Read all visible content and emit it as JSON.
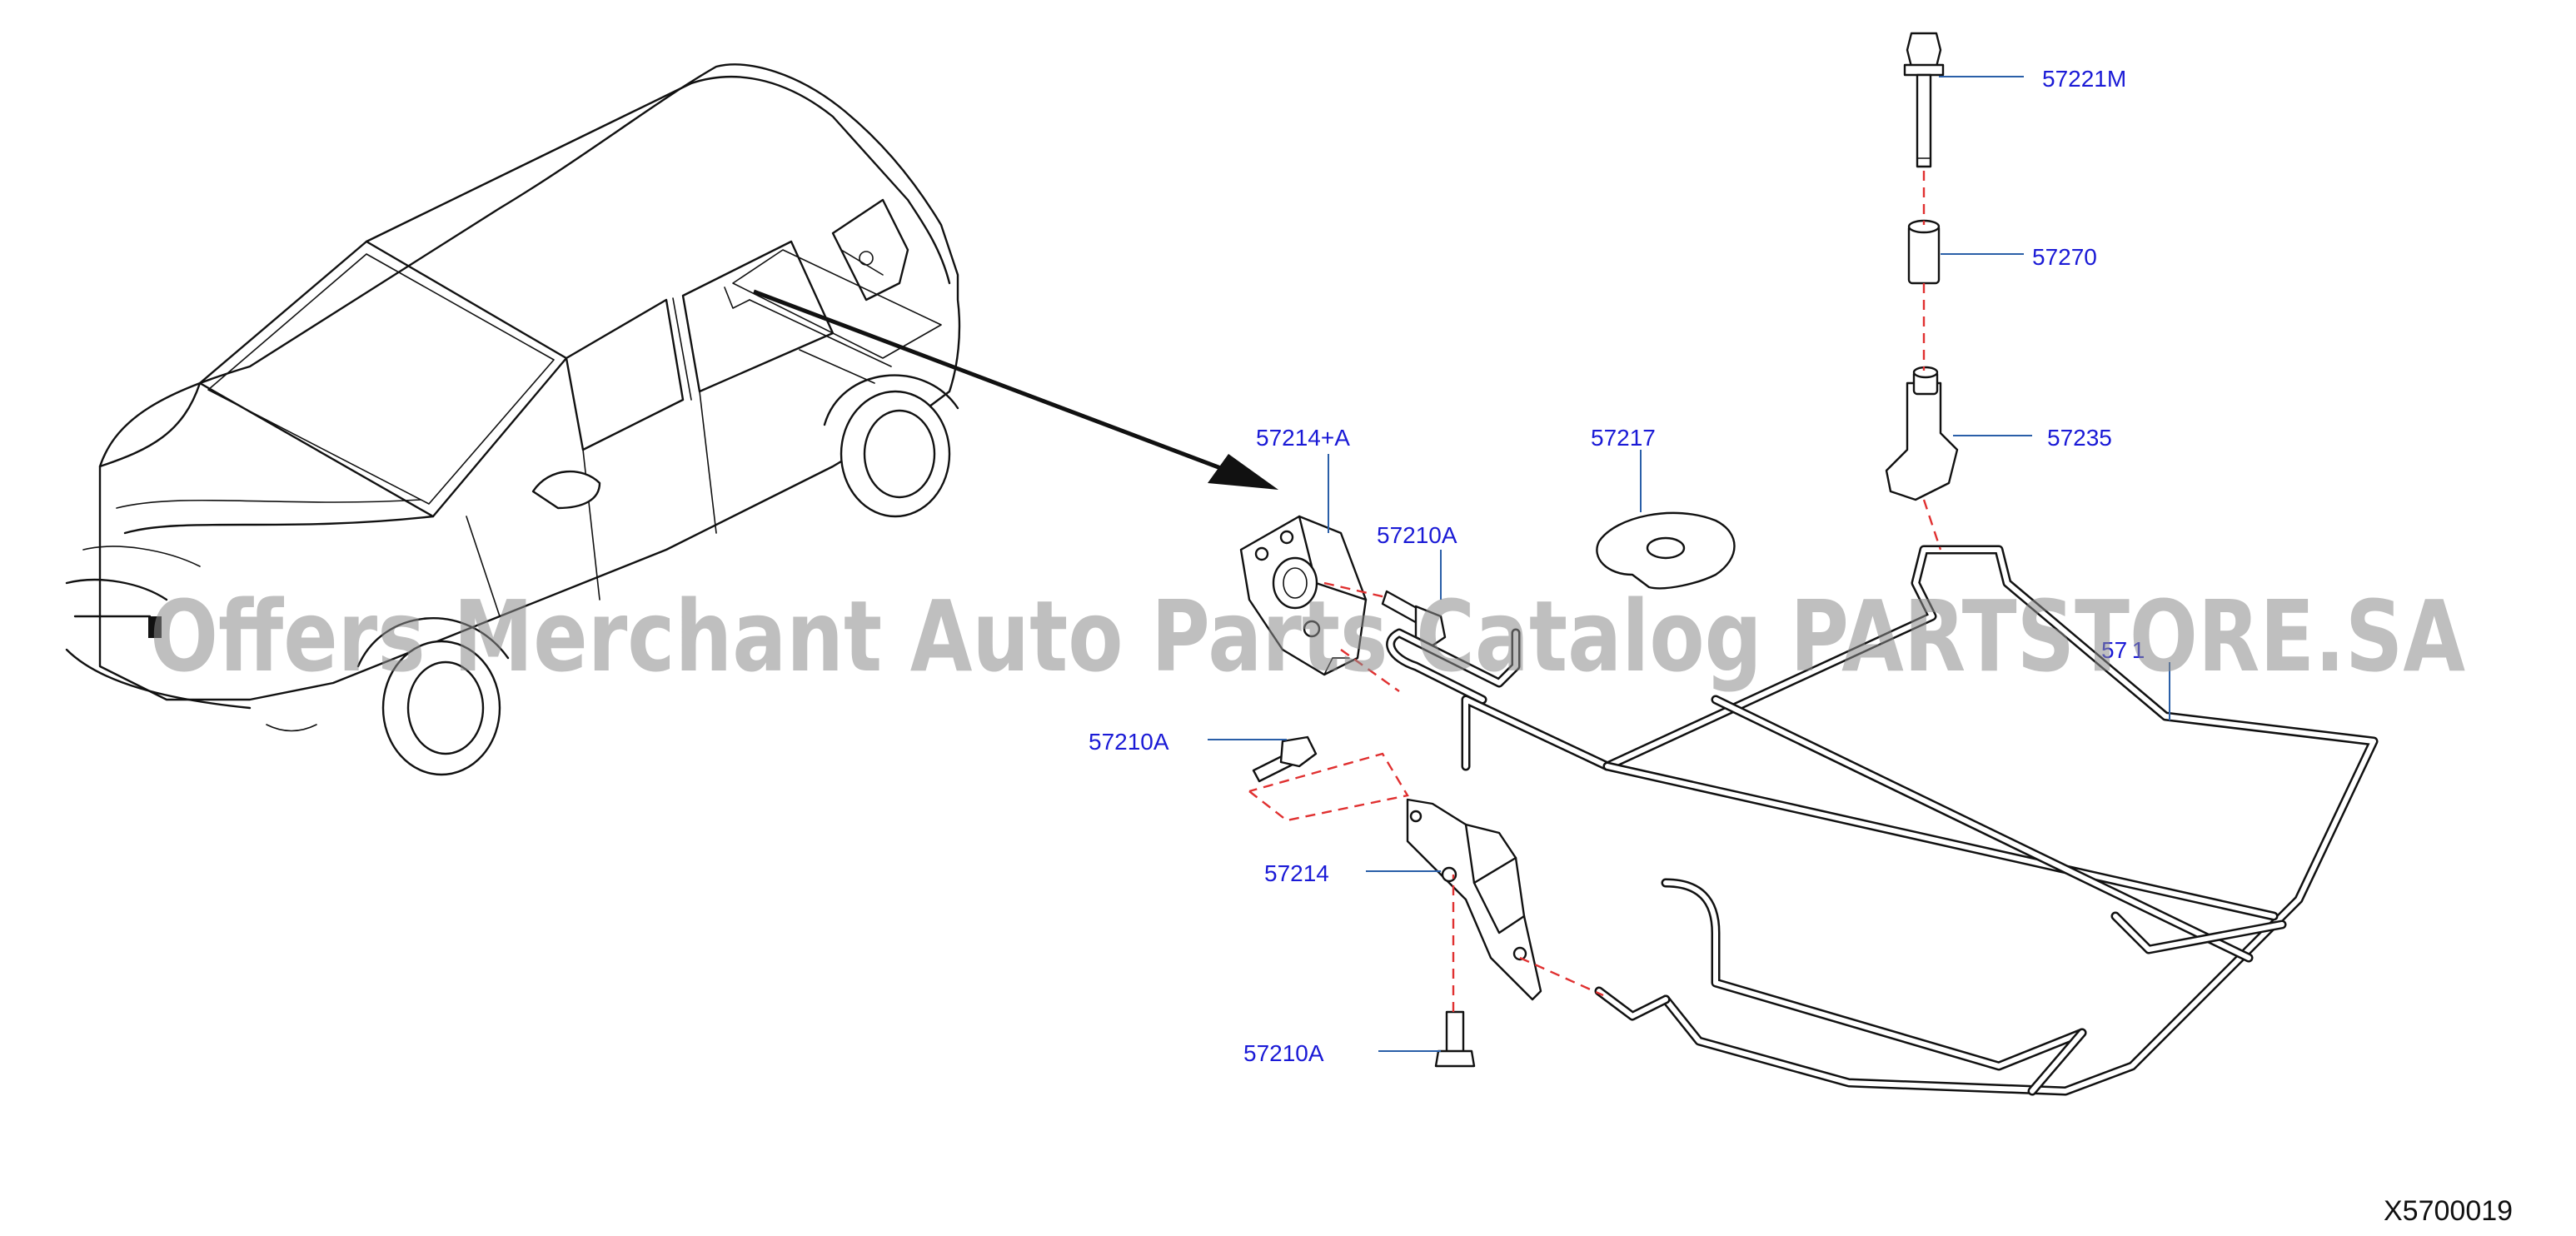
{
  "labels": {
    "bolt_57221m": "57221M",
    "collar_57270": "57270",
    "bracket_57235": "57235",
    "washer_57217": "57217",
    "bracket_57214a": "57214+A",
    "bolt_57210a_upper": "57210A",
    "bolt_57210a_left": "57210A",
    "bracket_57214": "57214",
    "bolt_57210a_lower": "57210A",
    "tire_holder": "57 1 "
  },
  "diagram_code": "X5700019",
  "watermark": "Offers Merchant Auto Parts Catalog PARTSTORE.SA",
  "colors": {
    "label": "#1a1ad6",
    "leader": "#2a5fa8",
    "dash": "#e03030",
    "ink": "#111111",
    "watermark": "#8a8a8a"
  }
}
